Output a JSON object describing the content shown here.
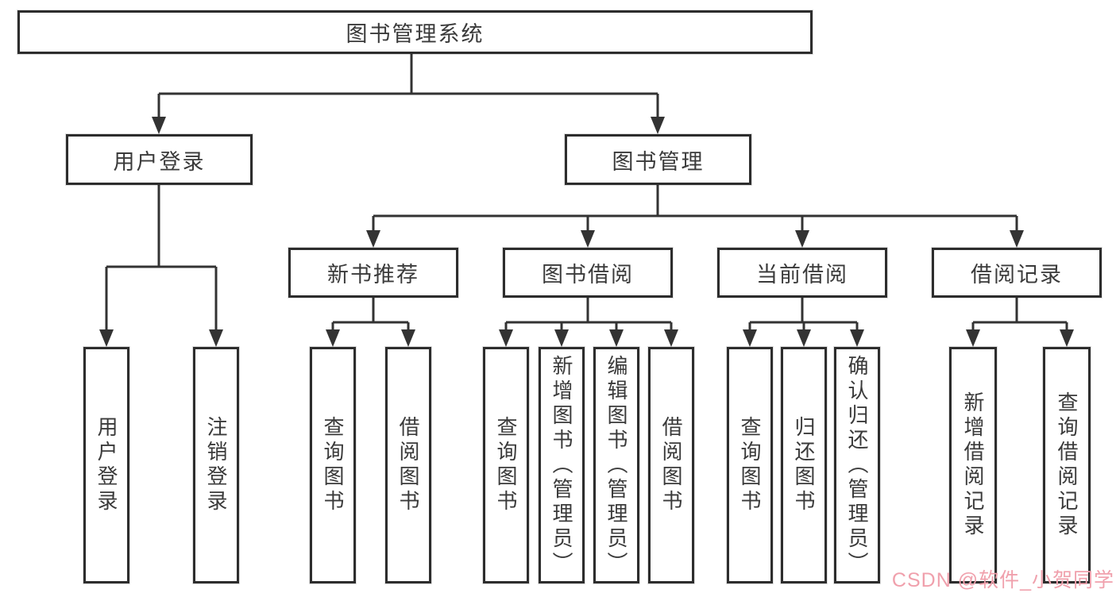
{
  "diagram": {
    "title": "图书管理系统",
    "level2": [
      {
        "label": "用户登录"
      },
      {
        "label": "图书管理"
      }
    ],
    "level3": [
      {
        "label": "新书推荐"
      },
      {
        "label": "图书借阅"
      },
      {
        "label": "当前借阅"
      },
      {
        "label": "借阅记录"
      }
    ],
    "leaves": {
      "user_login": [
        "用户登录",
        "注销登录"
      ],
      "new_book": [
        "查询图书",
        "借阅图书"
      ],
      "book_borrow": [
        "查询图书",
        "新增图书（管理员）",
        "编辑图书（管理员）",
        "借阅图书"
      ],
      "current_borrow": [
        "查询图书",
        "归还图书",
        "确认归还（管理员）"
      ],
      "borrow_record": [
        "新增借阅记录",
        "查询借阅记录"
      ]
    }
  },
  "watermark": {
    "text": "CSDN @软件_小贺同学"
  },
  "colors": {
    "line": "#333333",
    "border": "#2d2d2d",
    "text": "#3a3a3a",
    "watermark": "#f0a0ac",
    "background": "#ffffff"
  }
}
